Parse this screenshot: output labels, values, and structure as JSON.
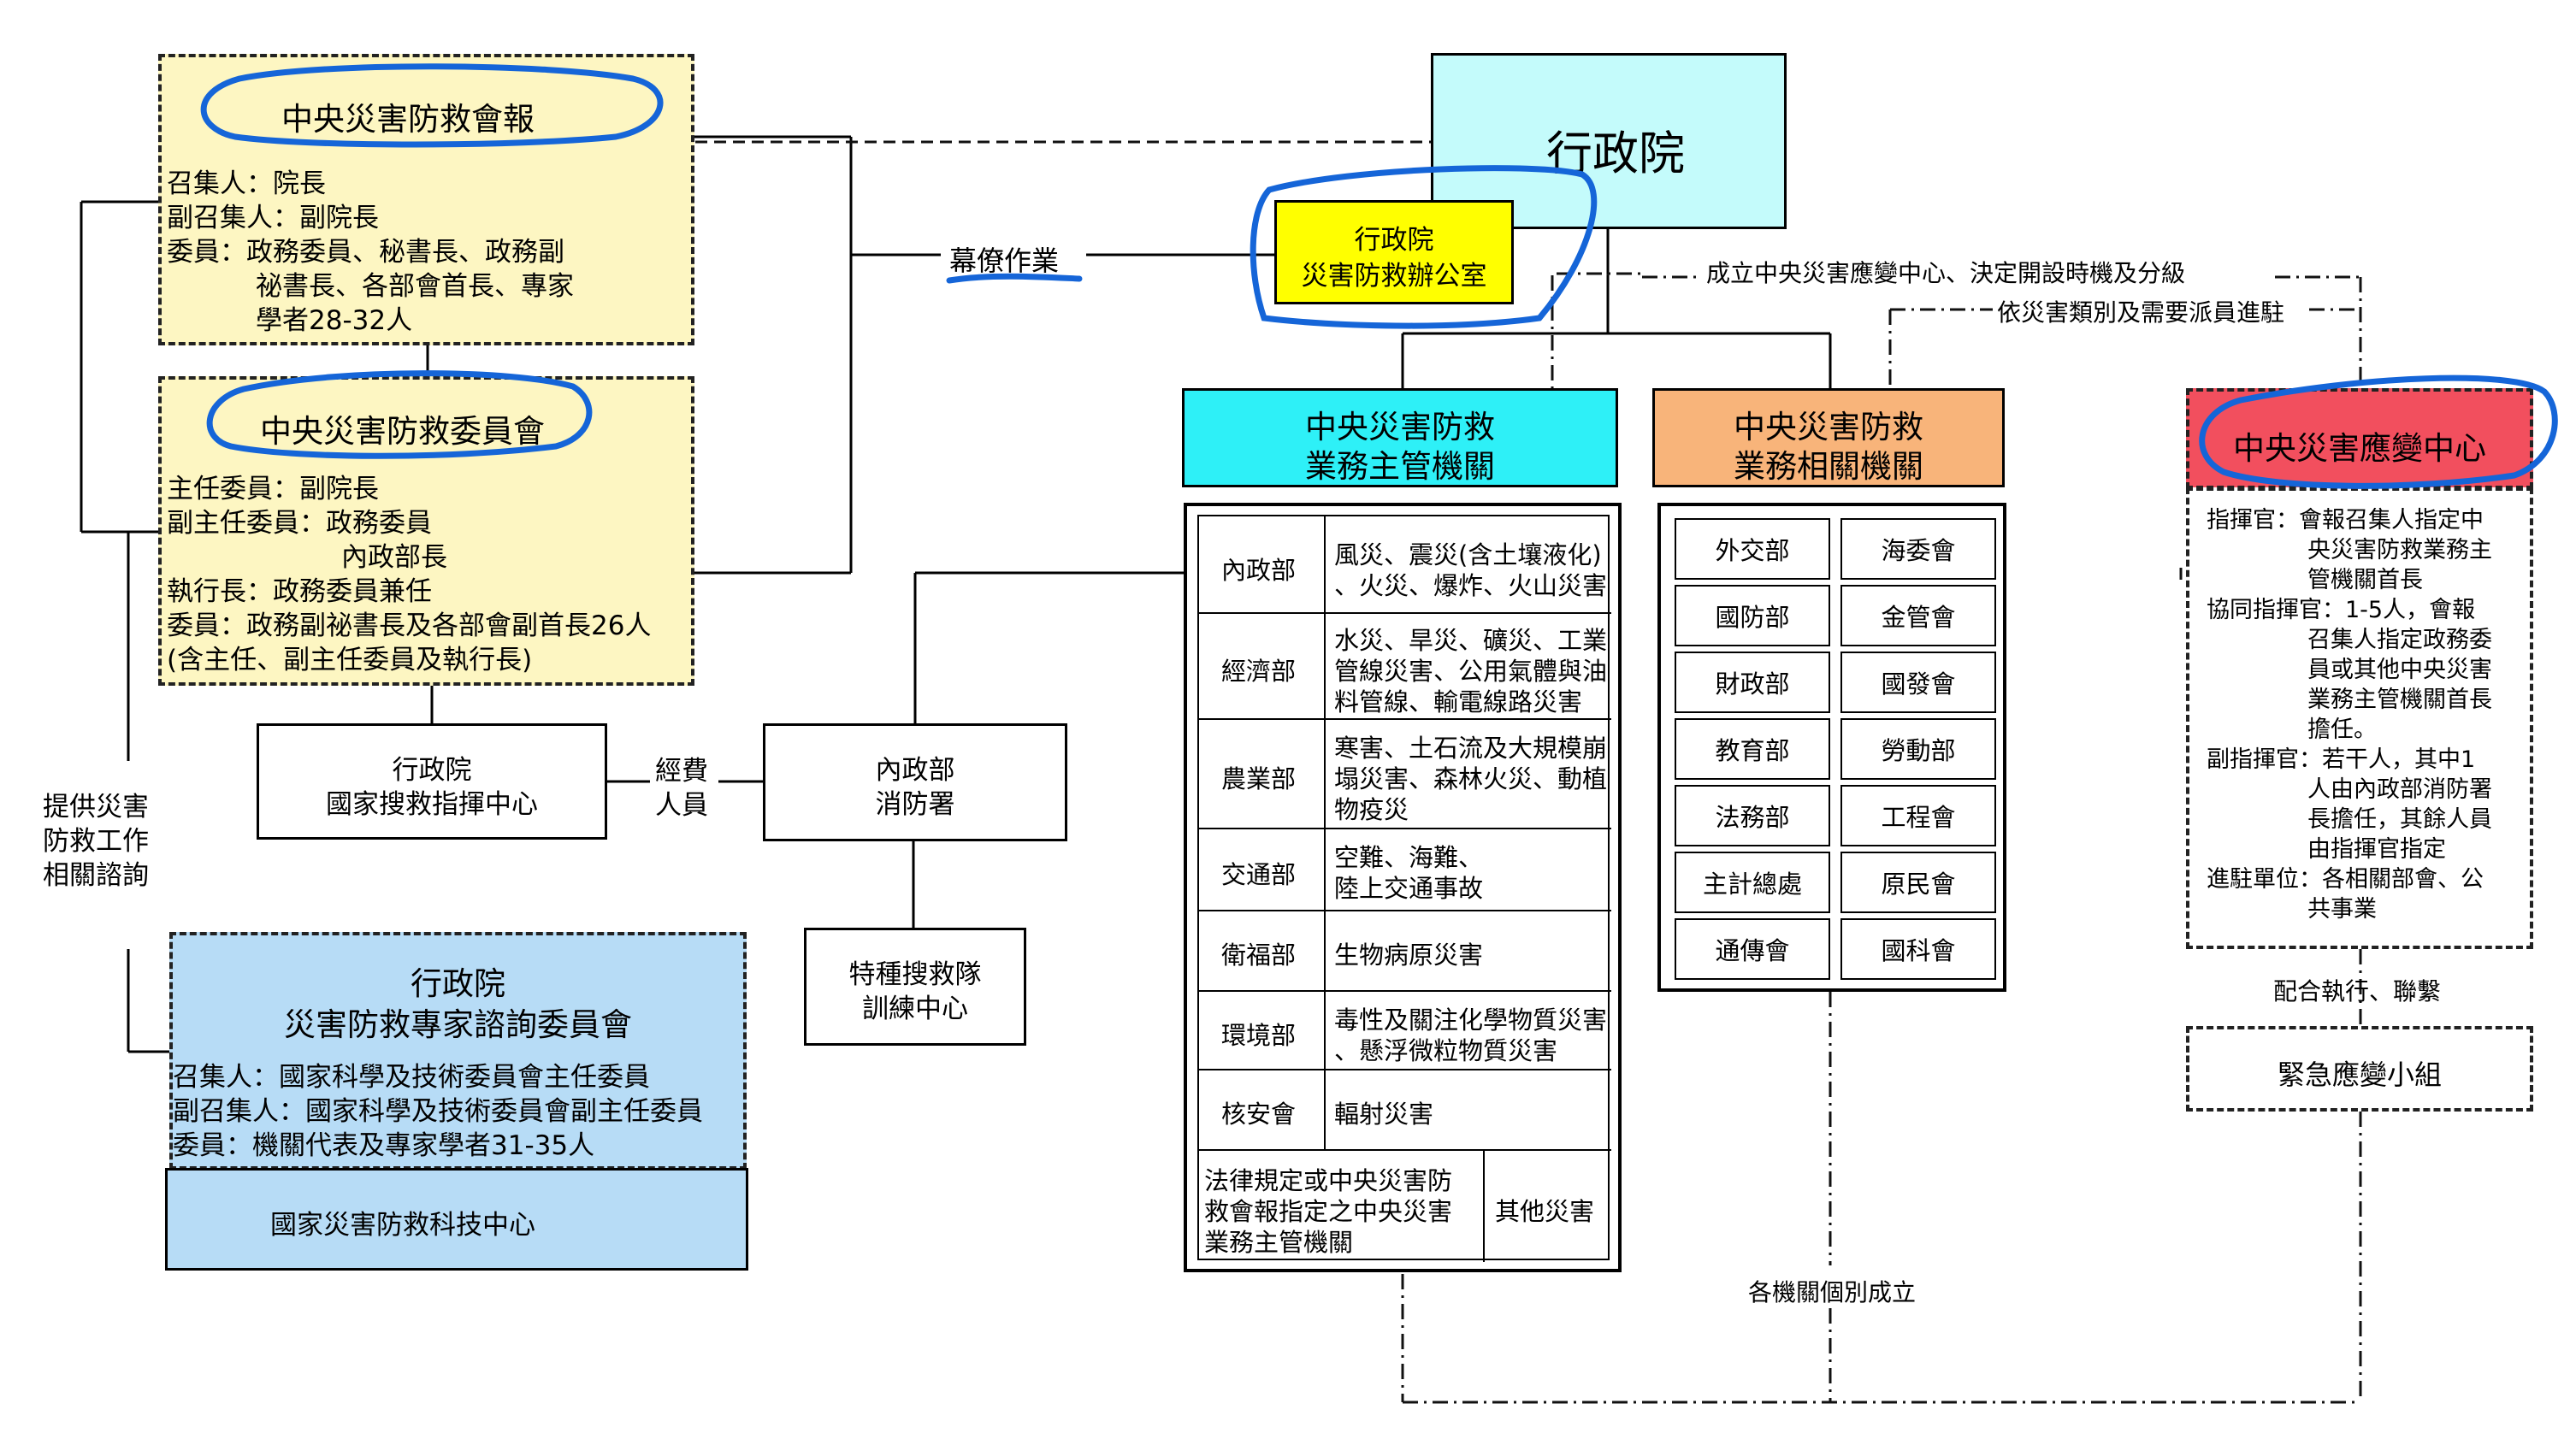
{
  "colors": {
    "cream": "#fdf6c2",
    "cyan_light": "#c4fbfb",
    "yellow": "#ffff00",
    "cyan": "#2ef0f7",
    "orange": "#f8b47a",
    "red": "#f24f5e",
    "blue_light": "#b7dcf6",
    "highlight": "#1565d8"
  },
  "central_report": {
    "title": "中央災害防救會報",
    "line1": "召集人：院長",
    "line2": "副召集人：副院長",
    "line3": "委員：政務委員、秘書長、政務副",
    "line4": "祕書長、各部會首長、專家",
    "line5": "學者28-32人"
  },
  "central_committee": {
    "title": "中央災害防救委員會",
    "line1": "主任委員：副院長",
    "line2": "副主任委員：政務委員",
    "line3": "內政部長",
    "line4": "執行長：政務委員兼任",
    "line5": "委員：政務副祕書長及各部會副首長26人",
    "line6": "(含主任、副主任委員及執行長)"
  },
  "national_sar": {
    "line1": "行政院",
    "line2": "國家搜救指揮中心"
  },
  "funding": {
    "line1": "經費",
    "line2": "人員"
  },
  "fire_agency": {
    "line1": "內政部",
    "line2": "消防署"
  },
  "special_sar": {
    "line1": "特種搜救隊",
    "line2": "訓練中心"
  },
  "consult_label": {
    "line1": "提供災害",
    "line2": "防救工作",
    "line3": "相關諮詢"
  },
  "expert_committee": {
    "title1": "行政院",
    "title2": "災害防救專家諮詢委員會",
    "line1": "召集人：國家科學及技術委員會主任委員",
    "line2": "副召集人：國家科學及技術委員會副主任委員",
    "line3": "委員：機關代表及專家學者31-35人",
    "ncdr": "國家災害防救科技中心"
  },
  "staff_label": "幕僚作業",
  "executive_yuan": "行政院",
  "office": {
    "line1": "行政院",
    "line2": "災害防救辦公室"
  },
  "note_establish": "成立中央災害應變中心、決定開設時機及分級",
  "note_dispatch": "依災害類別及需要派員進駐",
  "competent": {
    "title1": "中央災害防救",
    "title2": "業務主管機關",
    "rows": [
      {
        "agency": "內政部",
        "d1": "風災、震災(含土壤液化)",
        "d2": "、火災、爆炸、火山災害",
        "d3": ""
      },
      {
        "agency": "經濟部",
        "d1": "水災、旱災、礦災、工業",
        "d2": "管線災害、公用氣體與油",
        "d3": "料管線、輸電線路災害"
      },
      {
        "agency": "農業部",
        "d1": "寒害、土石流及大規模崩",
        "d2": "塌災害、森林火災、動植",
        "d3": "物疫災"
      },
      {
        "agency": "交通部",
        "d1": "空難、海難、",
        "d2": "陸上交通事故",
        "d3": ""
      },
      {
        "agency": "衛福部",
        "d1": "生物病原災害",
        "d2": "",
        "d3": ""
      },
      {
        "agency": "環境部",
        "d1": "毒性及關注化學物質災害",
        "d2": "、懸浮微粒物質災害",
        "d3": ""
      },
      {
        "agency": "核安會",
        "d1": "輻射災害",
        "d2": "",
        "d3": ""
      }
    ],
    "last_left1": "法律規定或中央災害防",
    "last_left2": "救會報指定之中央災害",
    "last_left3": "業務主管機關",
    "last_right": "其他災害"
  },
  "related": {
    "title1": "中央災害防救",
    "title2": "業務相關機關",
    "left": [
      "外交部",
      "國防部",
      "財政部",
      "教育部",
      "法務部",
      "主計總處",
      "通傳會"
    ],
    "right": [
      "海委會",
      "金管會",
      "國發會",
      "勞動部",
      "工程會",
      "原民會",
      "國科會"
    ]
  },
  "eoc": {
    "title": "中央災害應變中心",
    "lines": [
      "指揮官：會報召集人指定中",
      "央災害防救業務主",
      "管機關首長",
      "協同指揮官：1-5人，會報",
      "召集人指定政務委",
      "員或其他中央災害",
      "業務主管機關首長",
      "擔任。",
      "副指揮官：若干人，其中1",
      "人由內政部消防署",
      "長擔任，其餘人員",
      "由指揮官指定",
      "進駐單位：各相關部會、公",
      "共事業"
    ]
  },
  "coop_label": "配合執行、聯繫",
  "emergency_team": "緊急應變小組",
  "each_agency_label": "各機關個別成立"
}
